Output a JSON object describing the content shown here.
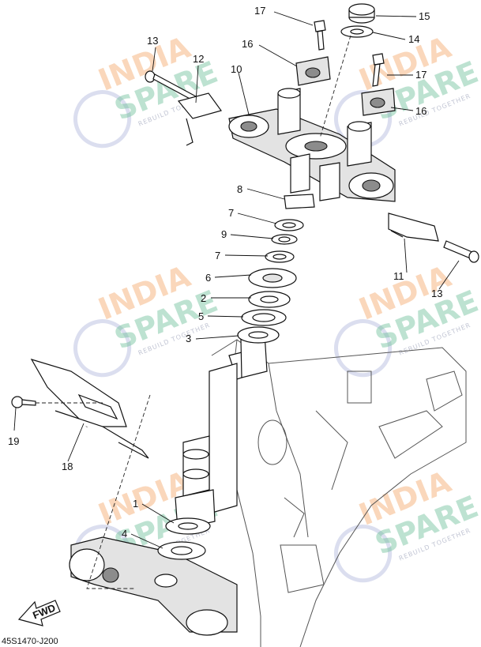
{
  "diagram_code": "45S1470-J200",
  "fwd_label": "FWD",
  "watermark": {
    "line1": "INDIA",
    "line2": "SPARE",
    "tagline": "REBUILD TOGETHER"
  },
  "callouts": [
    "17",
    "15",
    "14",
    "16",
    "13",
    "12",
    "10",
    "17",
    "16",
    "8",
    "7",
    "9",
    "7",
    "6",
    "2",
    "5",
    "3",
    "11",
    "13",
    "19",
    "18",
    "1",
    "4"
  ]
}
